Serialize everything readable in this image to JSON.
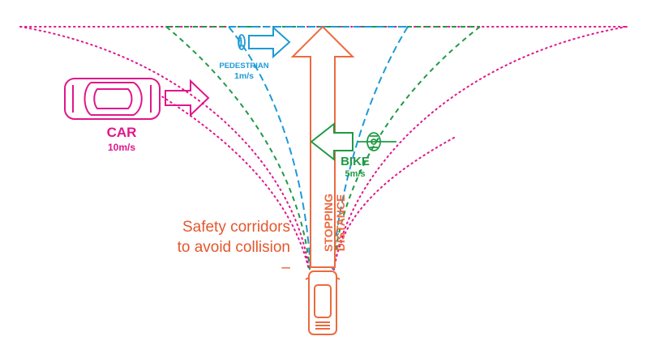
{
  "colors": {
    "car": "#e0168c",
    "pedestrian": "#1e9ad6",
    "bike": "#1f9a45",
    "ego": "#ec6a3e",
    "caption": "#e4572e"
  },
  "car": {
    "label": "CAR",
    "speed": "10m/s",
    "icon": "car-icon"
  },
  "pedestrian": {
    "label": "PEDESTRIAN",
    "speed": "1m/s",
    "icon": "pedestrian-icon"
  },
  "bike": {
    "label": "BIKE",
    "speed": "5m/s",
    "icon": "bicycle-icon"
  },
  "ego": {
    "arrow_label_line1": "STOPPING",
    "arrow_label_line2": "DISTANCE",
    "icon": "ego-car-icon"
  },
  "caption": {
    "line1": "Safety corridors",
    "line2": "to avoid collision",
    "line3": "–"
  }
}
